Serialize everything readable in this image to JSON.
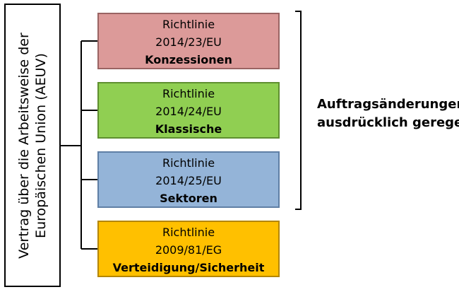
{
  "treaty": {
    "line1": "Vertrag über die Arbeitsweise der",
    "line2": "Europäischen Union (AEUV)"
  },
  "directives": [
    {
      "label": "Richtlinie",
      "number": "2014/23/EU",
      "name": "Konzessionen",
      "color": "#dc9a99"
    },
    {
      "label": "Richtlinie",
      "number": "2014/24/EU",
      "name": "Klassische",
      "color": "#90cf52"
    },
    {
      "label": "Richtlinie",
      "number": "2014/25/EU",
      "name": "Sektoren",
      "color": "#94b4d8"
    },
    {
      "label": "Richtlinie",
      "number": "2009/81/EG",
      "name": "Verteidigung/Sicherheit",
      "color": "#ffc000"
    }
  ],
  "annotation": {
    "line1": "Auftragsänderungen",
    "line2": "ausdrücklich geregelt"
  }
}
